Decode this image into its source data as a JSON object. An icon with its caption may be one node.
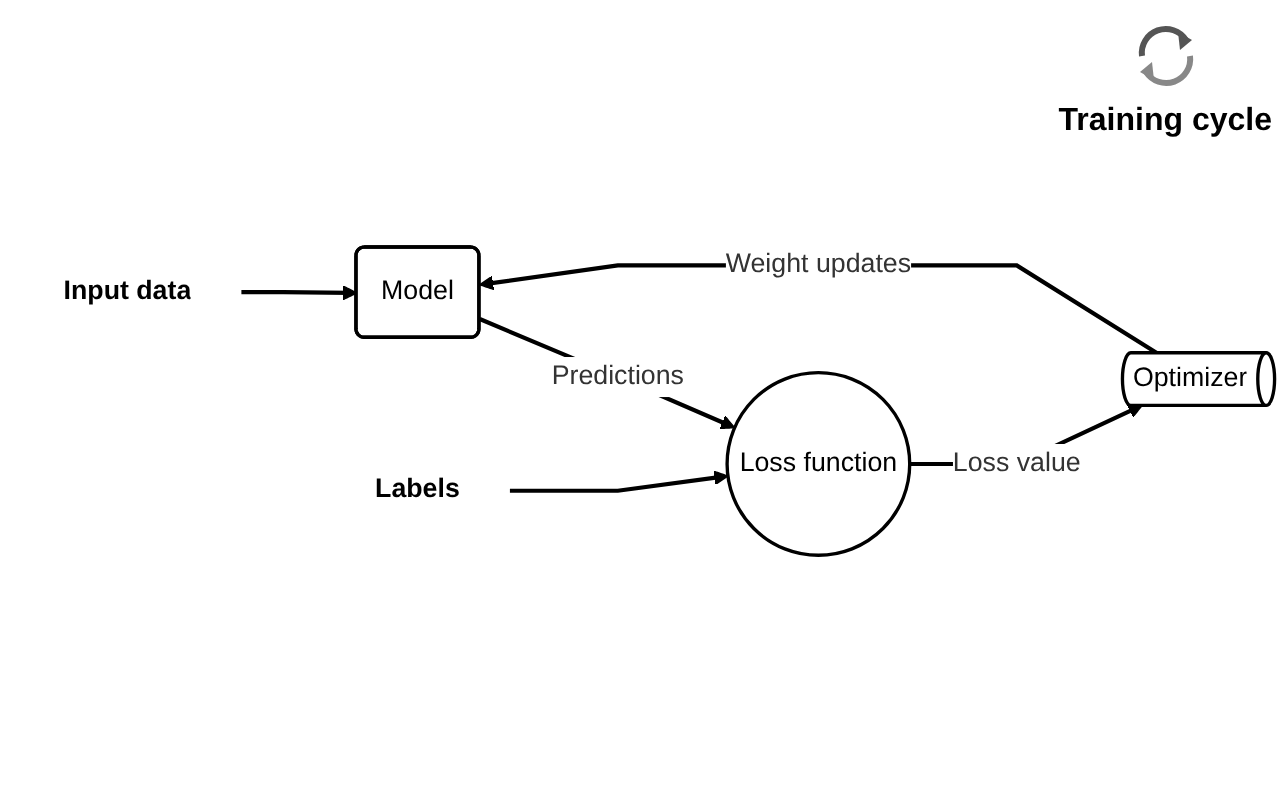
{
  "diagram": {
    "nodes": [
      {
        "text": [
          "Input data"
        ]
      },
      {
        "text": [
          "Model"
        ]
      },
      {
        "text": [
          "Loss function"
        ]
      },
      {
        "text": [
          "Labels"
        ]
      },
      {
        "text": [
          "Optimizer"
        ]
      }
    ],
    "edges": [
      {
        "from": 0,
        "to": 1,
        "arrow": "to"
      },
      {
        "from": 1,
        "to": 2,
        "arrow": "to",
        "label": "Predictions"
      },
      {
        "from": 3,
        "to": 2,
        "arrow": "to"
      },
      {
        "from": 2,
        "to": 4,
        "arrow": "to",
        "label": "Loss value"
      },
      {
        "from": 4,
        "to": 1,
        "arrow": "to",
        "label": "Weight updates"
      }
    ],
    "labels": [
      "Training cycle"
    ]
  }
}
